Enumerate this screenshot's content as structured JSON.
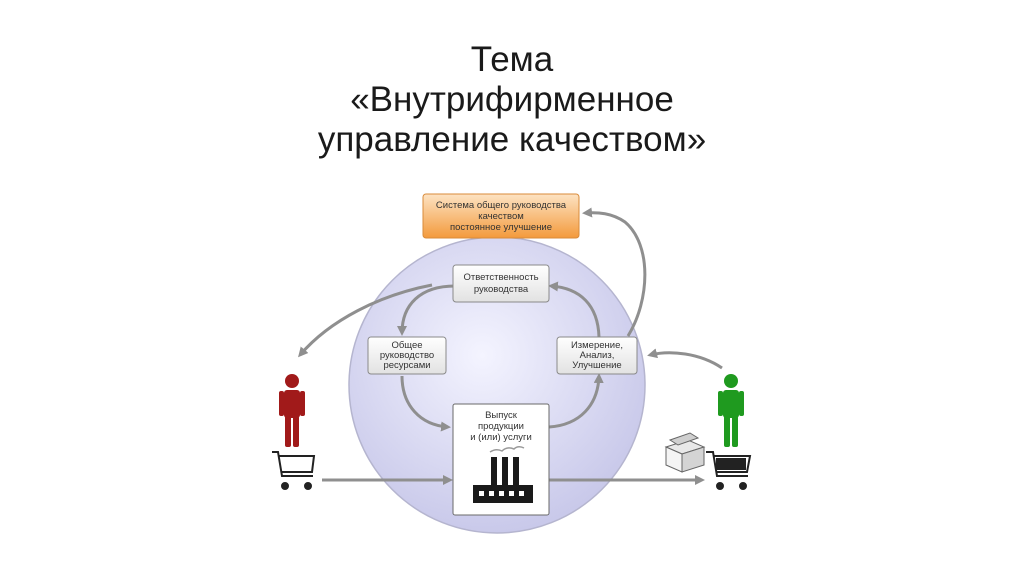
{
  "title": {
    "line1": "Тема",
    "line2": "«Внутрифирменное",
    "line3": "управление качеством»"
  },
  "nodes": {
    "top_system": {
      "lines": [
        "Система общего руководства",
        "качеством",
        "постоянное улучшение"
      ]
    },
    "responsibility": {
      "lines": [
        "Ответственность",
        "руководства"
      ]
    },
    "resources": {
      "lines": [
        "Общее",
        "руководство",
        "ресурсами"
      ]
    },
    "measurement": {
      "lines": [
        "Измерение,",
        "Анализ,",
        "Улучшение"
      ]
    },
    "output": {
      "lines": [
        "Выпуск",
        "продукции",
        "и (или) услуги"
      ]
    }
  },
  "actors": {
    "customer_left": {
      "icon": "person-icon",
      "color": "#a11a1a"
    },
    "customer_right": {
      "icon": "person-icon",
      "color": "#1f9a1f"
    }
  },
  "colors": {
    "circle_fill": "#d8d8f0",
    "circle_stroke": "#b0b0c8",
    "top_box_fill": "#f6b66a",
    "arrow": "#8f8f8f"
  }
}
